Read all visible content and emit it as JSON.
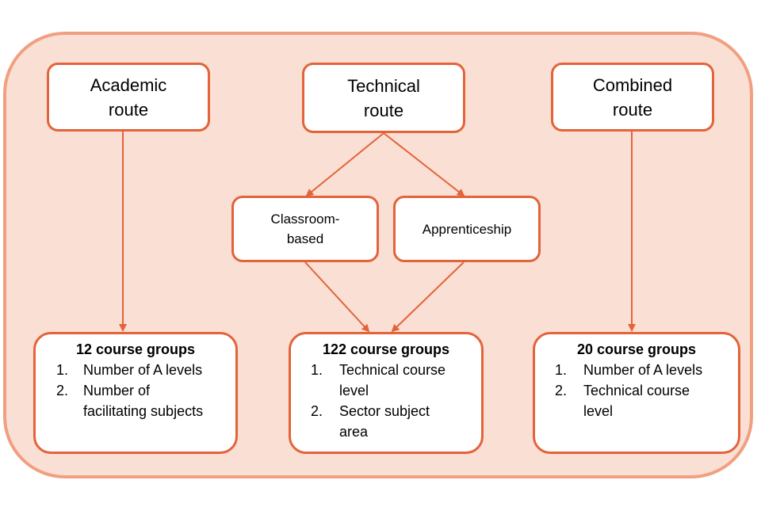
{
  "colors": {
    "panel_fill": "#fadfd4",
    "panel_border": "#f0a080",
    "box_border": "#e3633a",
    "arrow": "#e3633a"
  },
  "routes": {
    "academic": {
      "line1": "Academic",
      "line2": "route"
    },
    "technical": {
      "line1": "Technical",
      "line2": "route"
    },
    "combined": {
      "line1": "Combined",
      "line2": "route"
    }
  },
  "technical_branches": {
    "classroom": {
      "line1": "Classroom-",
      "line2": "based"
    },
    "apprenticeship": {
      "label": "Apprenticeship"
    }
  },
  "outcomes": {
    "academic": {
      "heading": "12 course groups",
      "items": [
        {
          "num": "1.",
          "text": "Number of A levels"
        },
        {
          "num": "2.",
          "line1": "Number of",
          "line2": "facilitating subjects"
        }
      ]
    },
    "technical": {
      "heading": "122 course groups",
      "items": [
        {
          "num": "1.",
          "line1": "Technical course",
          "line2": "level"
        },
        {
          "num": "2.",
          "line1": "Sector subject",
          "line2": "area"
        }
      ]
    },
    "combined": {
      "heading": "20 course groups",
      "items": [
        {
          "num": "1.",
          "text": "Number of A levels"
        },
        {
          "num": "2.",
          "line1": "Technical course",
          "line2": "level"
        }
      ]
    }
  }
}
